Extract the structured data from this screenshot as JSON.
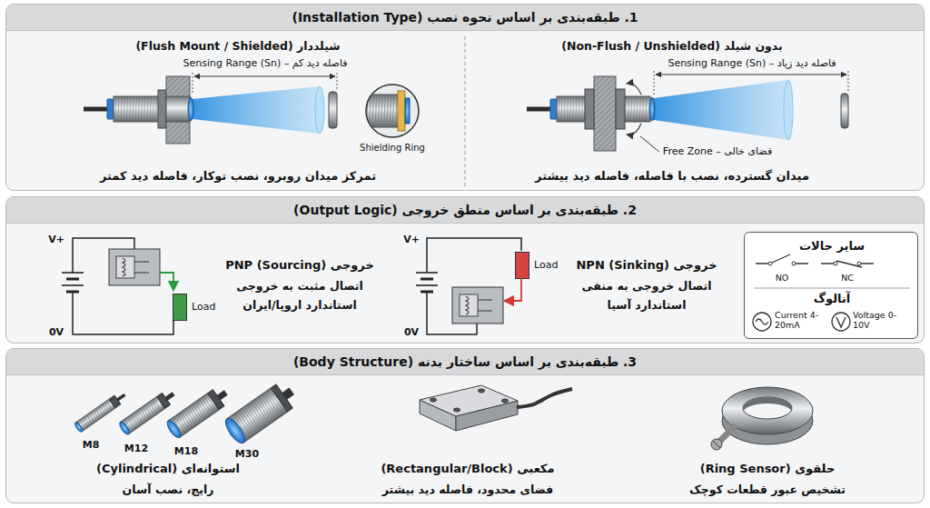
{
  "diagram": {
    "nodes": [
      {
        "text": [
          "1. طبقه‌بندی بر اساس نحوه نصب (Installation Type)"
        ]
      },
      {
        "text": [
          "2. طبقه‌بندی بر اساس منطق خروجی (Output Logic)"
        ]
      },
      {
        "text": [
          "سایر حالات",
          "NO",
          "NC",
          "آنالوگ",
          "Current 4-20mA",
          "Voltage 0-10V"
        ],
        "in": 1
      },
      {
        "text": [
          "Load"
        ],
        "in": 1
      },
      {
        "text": [
          "Load"
        ],
        "in": 1
      },
      {
        "text": [
          "3. طبقه‌بندی بر اساس ساختار بدنه (Body Structure)"
        ]
      }
    ],
    "labels": [
      "بدون شیلد (Non-Flush / Unshielded)",
      "فاصله دید زیاد – Sensing Range (Sn)",
      "فضای خالی – Free Zone",
      "میدان گسترده، نصب با فاصله، فاصله دید بیشتر",
      "شیلددار (Flush Mount / Shielded)",
      "فاصله دید کم – Sensing Range (Sn)",
      "Shielding Ring",
      "تمرکز میدان روبرو، نصب توکار، فاصله دید کمتر",
      "V+",
      "0V",
      "خروجی NPN (Sinking)",
      "اتصال خروجی به منفی",
      "استاندارد آسیا",
      "خروجی PNP (Sourcing)",
      "اتصال مثبت به خروجی",
      "استاندارد اروپا/ایران",
      "V+",
      "0V",
      "حلقوی (Ring Sensor)",
      "تشخیص عبور قطعات کوچک",
      "مکعبی (Rectangular/Block)",
      "فضای محدود، فاصله دید بیشتر",
      "M8",
      "M12",
      "M18",
      "M30",
      "استوانه‌ای (Cylindrical)",
      "رایج، نصب آسان"
    ]
  }
}
